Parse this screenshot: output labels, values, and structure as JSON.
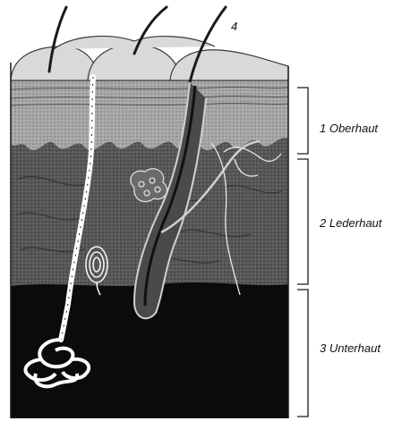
{
  "labels": {
    "hair": "4",
    "epidermis": "1 Oberhaut",
    "dermis": "2 Lederhaut",
    "hypodermis": "3 Unterhaut"
  },
  "colors": {
    "epidermis": "#9a9a9a",
    "dermis": "#5a5a5a",
    "hypodermis": "#0b0b0b",
    "surface": "#d9d9d9",
    "duct": "#ffffff"
  }
}
